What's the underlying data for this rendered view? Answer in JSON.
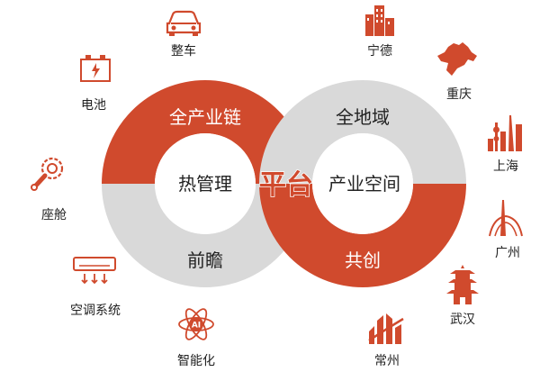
{
  "colors": {
    "accent": "#d04a2d",
    "ring_gray": "#d9d9d9",
    "text_dark": "#222222",
    "text_white": "#ffffff"
  },
  "center": {
    "platform": "平台"
  },
  "left_ring": {
    "top_arc": "全产业链",
    "bottom_arc": "前瞻",
    "inner": "热管理"
  },
  "right_ring": {
    "top_arc": "全地域",
    "bottom_arc": "共创",
    "inner": "产业空间"
  },
  "left_items": [
    {
      "label": "整车",
      "icon": "car-icon"
    },
    {
      "label": "电池",
      "icon": "battery-icon"
    },
    {
      "label": "座舱",
      "icon": "cockpit-gear-icon"
    },
    {
      "label": "空调系统",
      "icon": "air-conditioner-icon"
    },
    {
      "label": "智能化",
      "icon": "ai-atom-icon"
    }
  ],
  "right_items": [
    {
      "label": "宁德",
      "icon": "city-buildings-icon"
    },
    {
      "label": "重庆",
      "icon": "chongqing-map-icon"
    },
    {
      "label": "上海",
      "icon": "shanghai-skyline-icon"
    },
    {
      "label": "广州",
      "icon": "guangzhou-tower-icon"
    },
    {
      "label": "武汉",
      "icon": "pagoda-icon"
    },
    {
      "label": "常州",
      "icon": "changzhou-landmark-icon"
    }
  ]
}
